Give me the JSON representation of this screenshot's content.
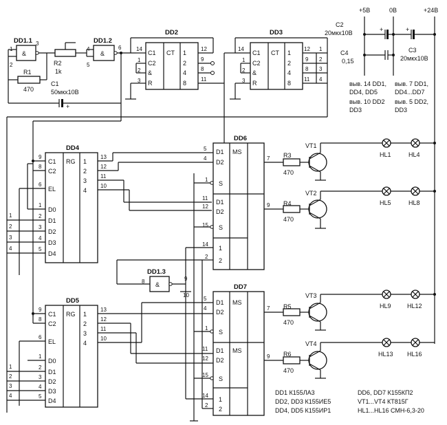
{
  "supply": {
    "p5": "+5В",
    "zero": "0В",
    "p24": "+24В"
  },
  "chips": {
    "dd1_1": "DD1.1",
    "dd1_2": "DD1.2",
    "dd1_3": "DD1.3",
    "dd2": "DD2",
    "dd3": "DD3",
    "dd4": "DD4",
    "dd5": "DD5",
    "dd6": "DD6",
    "dd7": "DD7",
    "and": "&",
    "ct": "CT",
    "rg": "RG",
    "ms": "MS"
  },
  "ct_pins": {
    "c1": "C1",
    "c2": "C2",
    "amp": "&",
    "r": "R",
    "out": [
      "1",
      "2",
      "4",
      "8"
    ]
  },
  "rg_pins": {
    "c1": "C1",
    "c2": "C2",
    "el": "EL",
    "d": [
      "D0",
      "D1",
      "D2",
      "D3",
      "D4"
    ],
    "out": [
      "1",
      "2",
      "3",
      "4"
    ]
  },
  "ms_pins": {
    "d1": "D1",
    "d2": "D2",
    "s": "S",
    "a1": "1",
    "a2": "2"
  },
  "components": {
    "r1": "R1",
    "r1v": "470",
    "r2": "R2",
    "r2v": "1k",
    "c1": "C1",
    "c1v": "50мкх10В",
    "c2": "C2",
    "c2v": "20мкх10В",
    "c3": "C3",
    "c3v": "20мкх10В",
    "c4": "C4",
    "c4v": "0,15",
    "r3": "R3",
    "r4": "R4",
    "r5": "R5",
    "r6": "R6",
    "rv": "470",
    "vt": [
      "VT1",
      "VT2",
      "VT3",
      "VT4"
    ],
    "hl": [
      "HL1",
      "HL4",
      "HL5",
      "HL8",
      "HL9",
      "HL12",
      "HL13",
      "HL16"
    ],
    "plus": "+"
  },
  "power_notes": [
    "выв. 14 DD1,",
    "DD4, DD5",
    "выв. 10 DD2",
    "DD3",
    "выв. 7 DD1,",
    "DD4...DD7",
    "выв. 5 DD2,",
    "DD3"
  ],
  "legend": [
    "DD1 К155ЛА3",
    "DD2, DD3 К155ИЕ5",
    "DD4, DD5 К155ИР1",
    "DD6, DD7 К155КП2",
    "VT1...VT4 КТ815Г",
    "HL1...HL16 СМН-6,3-20"
  ],
  "pins": {
    "n1": "1",
    "n2": "2",
    "n3": "3",
    "n4": "4",
    "n5": "5",
    "n6": "6",
    "n7": "7",
    "n8": "8",
    "n9": "9",
    "n10": "10",
    "n11": "11",
    "n12": "12",
    "n13": "13",
    "n14": "14",
    "n15": "15"
  }
}
